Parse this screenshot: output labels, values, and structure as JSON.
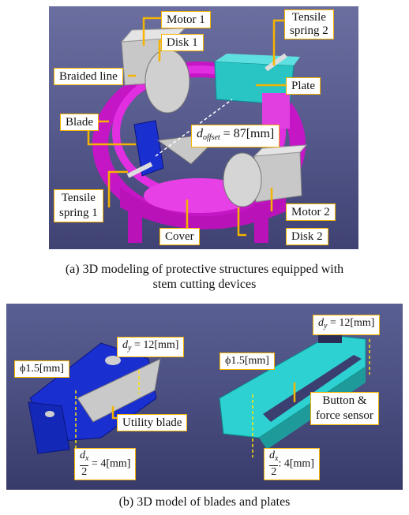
{
  "panel_a": {
    "labels": {
      "motor_1": "Motor 1",
      "disk_1": "Disk 1",
      "tensile_spring_2_line1": "Tensile",
      "tensile_spring_2_line2": "spring 2",
      "braided_line": "Braided line",
      "plate": "Plate",
      "blade": "Blade",
      "d_offset_symbol": "d",
      "d_offset_sub": "offset",
      "d_offset_value": " = 87[mm]",
      "tensile_spring_1_line1": "Tensile",
      "tensile_spring_1_line2": "spring 1",
      "motor_2": "Motor 2",
      "cover": "Cover",
      "disk_2": "Disk 2"
    },
    "caption_line1": "(a) 3D modeling of protective structures equipped with",
    "caption_line2": "stem cutting devices"
  },
  "panel_b": {
    "labels": {
      "dy_left_symbol": "d",
      "dy_left_sub": "y",
      "dy_left_value": " = 12[mm]",
      "phi_left": "ϕ1.5[mm]",
      "utility_blade": "Utility blade",
      "dx_left_num": "d",
      "dx_left_sub": "x",
      "dx_left_den": "2",
      "dx_left_value": " = 4[mm]",
      "dy_right_symbol": "d",
      "dy_right_sub": "y",
      "dy_right_value": " = 12[mm]",
      "phi_right": "ϕ1.5[mm]",
      "button_line1": "Button &",
      "button_line2": "force sensor",
      "dx_right_num": "d",
      "dx_right_sub": "x",
      "dx_right_den": "2",
      "dx_right_value": ": 4[mm]"
    },
    "caption": "(b) 3D model of blades and plates"
  },
  "colors": {
    "callout_border": "#f4b400",
    "magenta_structure": "#d81ad8",
    "cyan_plate": "#2ed1d1",
    "blue_blade_holder": "#1a2fd0",
    "background_top": "#6a6fa0"
  }
}
